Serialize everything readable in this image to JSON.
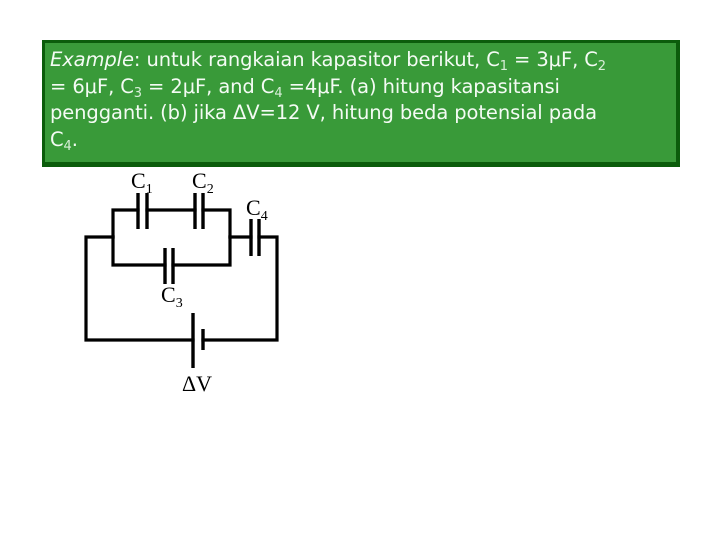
{
  "problem": {
    "lead_italic": "Example",
    "line1_a": ": untuk rangkaian kapasitor berikut, C",
    "line1_sub1": "1",
    "line1_b": " = 3μF, C",
    "line1_sub2": "2",
    "line2_a": "= 6μF, C",
    "line2_sub3": "3",
    "line2_b": " = 2μF, and C",
    "line2_sub4": "4",
    "line2_c": " =4μF. (a) hitung kapasitansi",
    "line3": "pengganti. (b) jika ΔV=12 V, hitung beda potensial pada",
    "line4_a": "C",
    "line4_sub": "4",
    "line4_b": ".",
    "colors": {
      "box_fill": "#399a39",
      "box_border": "#0b5c0b",
      "text": "#f4fbf4"
    }
  },
  "circuit": {
    "labels": {
      "c1_main": "C",
      "c1_sub": "1",
      "c2_main": "C",
      "c2_sub": "2",
      "c3_main": "C",
      "c3_sub": "3",
      "c4_main": "C",
      "c4_sub": "4",
      "source": "ΔV"
    },
    "capacitors": [
      {
        "name": "C1",
        "value": "3μF"
      },
      {
        "name": "C2",
        "value": "6μF"
      },
      {
        "name": "C3",
        "value": "2μF"
      },
      {
        "name": "C4",
        "value": "4μF"
      }
    ],
    "source_voltage": "12 V",
    "topology": "(C1 series C2) parallel C3, then series C4, across ΔV"
  }
}
